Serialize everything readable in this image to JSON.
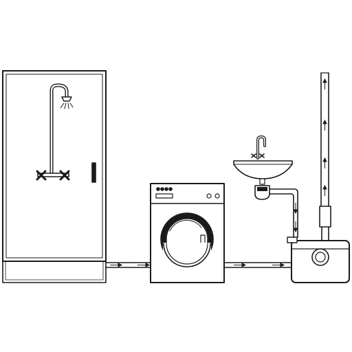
{
  "diagram": {
    "kind": "plumbing-drain-layout",
    "line_color": "#1a1a1a",
    "background": "#ffffff",
    "fixtures": [
      {
        "id": "shower-cabin",
        "icon": "shower-icon"
      },
      {
        "id": "washing-machine",
        "icon": "washing-machine-icon"
      },
      {
        "id": "wash-basin",
        "icon": "sink-icon"
      },
      {
        "id": "macerator-pump",
        "icon": "pump-icon"
      }
    ],
    "flow": [
      "shower-cabin",
      "washing-machine",
      "macerator-pump",
      "vertical-discharge"
    ]
  }
}
